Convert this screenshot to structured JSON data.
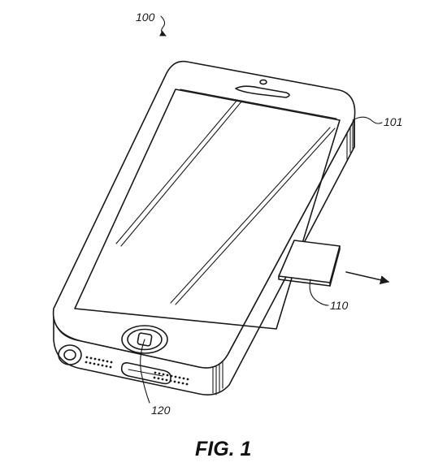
{
  "figure": {
    "caption": "FIG. 1",
    "refs": {
      "assembly": "100",
      "housing": "101",
      "tray": "110",
      "button": "120"
    }
  }
}
